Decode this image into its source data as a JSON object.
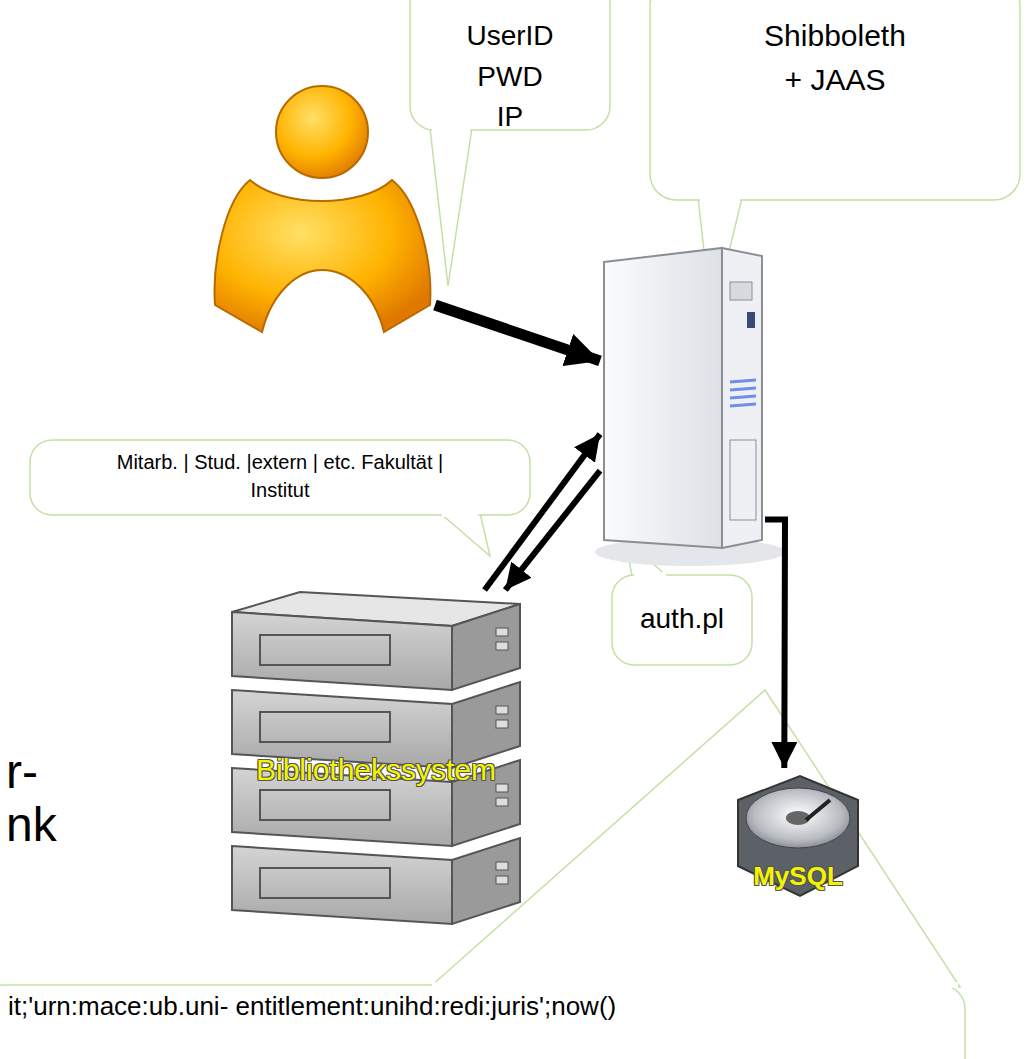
{
  "diagram": {
    "nodes": [
      {
        "text": [
          "UserID PWD IP"
        ]
      },
      {
        "text": [
          "Shibboleth + JAAS",
          "auth.pl"
        ]
      },
      {
        "text": [
          "Bibliothekssystem"
        ]
      },
      {
        "text": [
          "MySQL"
        ]
      }
    ],
    "edges": [
      {
        "from": 0,
        "to": 1,
        "arrow": "to"
      },
      {
        "from": 2,
        "to": 1,
        "arrow": "to"
      },
      {
        "from": 1,
        "to": 2,
        "arrow": "to"
      },
      {
        "from": 1,
        "to": 3,
        "arrow": "to"
      }
    ],
    "labels": [
      "Mitarb. | Stud. |extern | etc. Fakultät | Institut",
      "it;'urn:mace:ub.uni- entitlement:unihd:redi:juris';now()",
      "r- nk"
    ]
  }
}
